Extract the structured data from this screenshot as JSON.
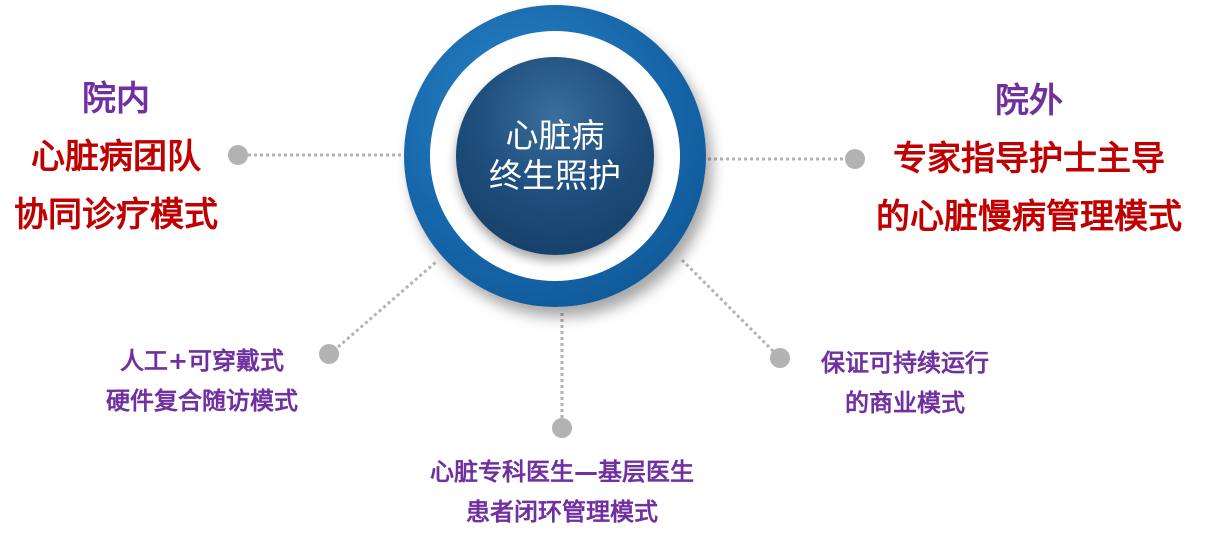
{
  "center": {
    "line1": "心脏病",
    "line2": "终生照护"
  },
  "inner_hospital": {
    "title": "院内",
    "line1": "心脏病团队",
    "line2": "协同诊疗模式"
  },
  "outer_hospital": {
    "title": "院外",
    "line1": "专家指导护士主导",
    "line2": "的心脏慢病管理模式"
  },
  "wearable": {
    "line1": "人工+可穿戴式",
    "line2": "硬件复合随访模式"
  },
  "closed_loop": {
    "line1": "心脏专科医生—基层医生",
    "line2": "患者闭环管理模式"
  },
  "business": {
    "line1": "保证可持续运行",
    "line2": "的商业模式"
  },
  "colors": {
    "ring_blue": "#1565a8",
    "core_navy": "#1f4f7e",
    "title_purple": "#7030a0",
    "body_red": "#c00000",
    "connector_gray": "#b3b3b3"
  }
}
